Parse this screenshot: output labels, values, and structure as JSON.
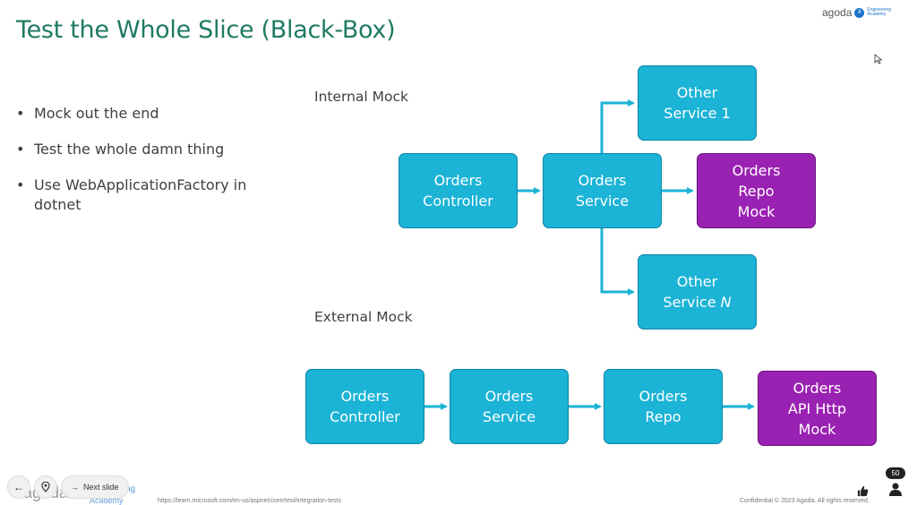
{
  "slide": {
    "title": "Test the Whole Slice (Black-Box)",
    "logo": {
      "word": "agoda",
      "badge": "8",
      "sub_line1": "Engineering",
      "sub_line2": "Academy"
    },
    "bullets": [
      "Mock out the end",
      "Test the whole damn thing",
      "Use WebApplicationFactory in dotnet"
    ],
    "internal_mock": {
      "label": "Internal Mock",
      "orders_controller": [
        "Orders",
        "Controller"
      ],
      "orders_service": [
        "Orders",
        "Service"
      ],
      "other_service_1": [
        "Other",
        "Service 1"
      ],
      "orders_repo_mock": [
        "Orders",
        "Repo",
        "Mock"
      ],
      "other_service_n": [
        "Other",
        "Service ",
        "N"
      ]
    },
    "external_mock": {
      "label": "External Mock",
      "orders_controller": [
        "Orders",
        "Controller"
      ],
      "orders_service": [
        "Orders",
        "Service"
      ],
      "orders_repo": [
        "Orders",
        "Repo"
      ],
      "orders_api_http_mock": [
        "Orders",
        "API Http",
        "Mock"
      ]
    },
    "footer": {
      "link": "https://learn.microsoft.com/en-us/aspnet/core/test/integration-tests",
      "confidential": "Confidential © 2023 Agoda. All rights reserved."
    }
  },
  "viewer_controls": {
    "next_slide_label": "Next slide",
    "back_icon": "arrow-left-icon",
    "pin_icon": "map-pin-icon",
    "next_icon": "arrow-right-icon",
    "ghost_logo": "agoda",
    "ghost_engineering": "ng",
    "ghost_academy": "Academy",
    "viewer_count": "50"
  },
  "colors": {
    "title": "#1f7a63",
    "box_cyan": "#1bb3d6",
    "box_purple": "#9a22b2",
    "arrow": "#1bb3d6"
  }
}
